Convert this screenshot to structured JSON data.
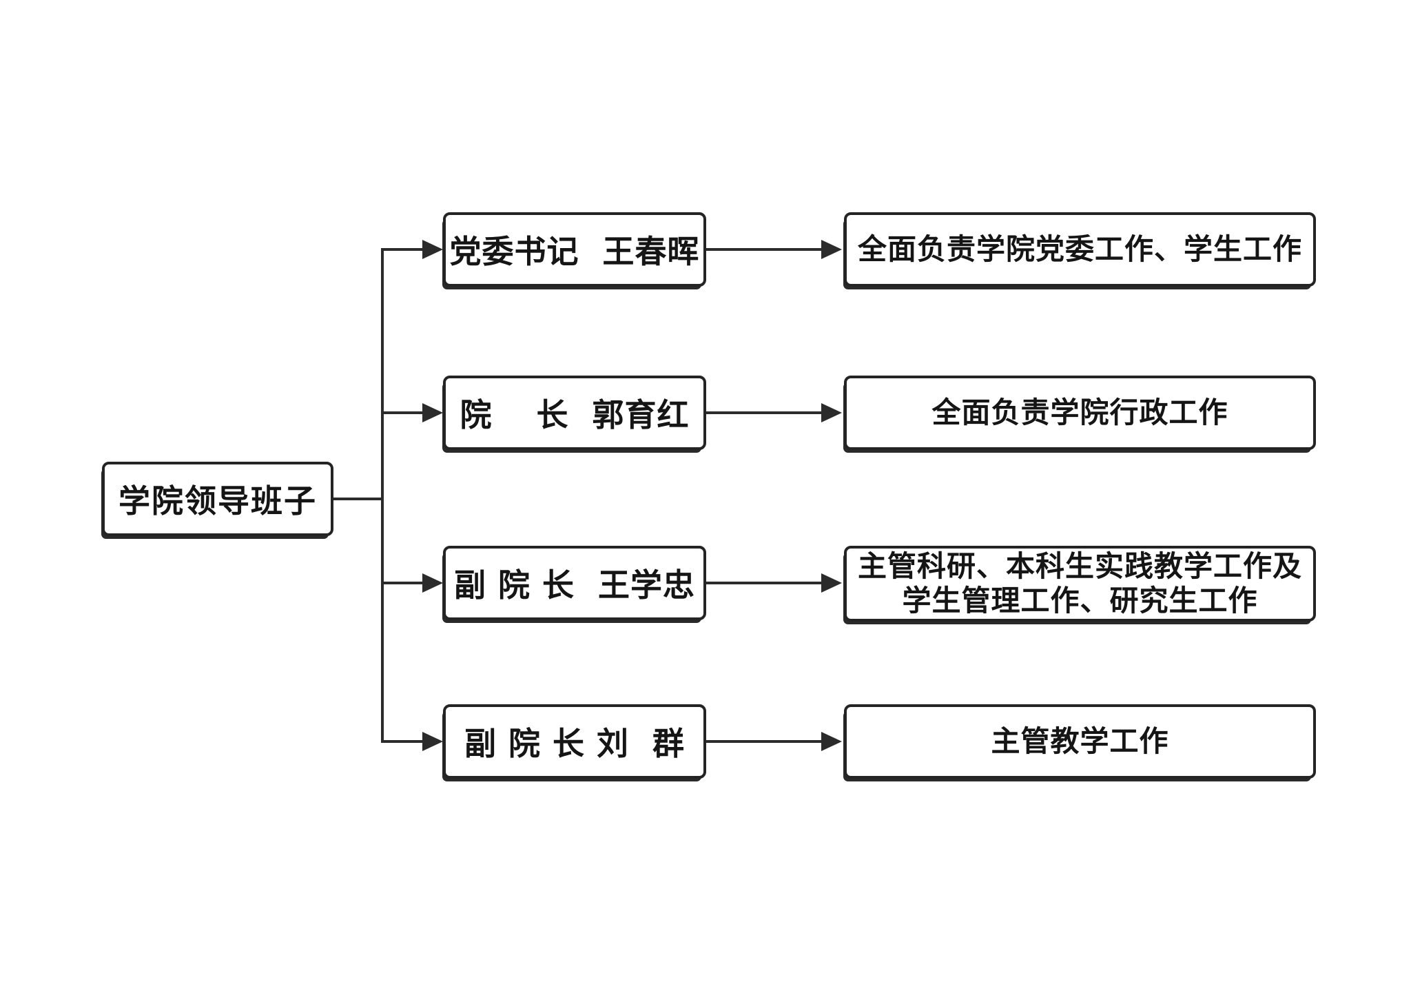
{
  "diagram": {
    "root": {
      "label": "学院领导班子"
    },
    "rows": [
      {
        "role": "党委书记  王春晖",
        "duty": "全面负责学院党委工作、学生工作"
      },
      {
        "role": "院　 长  郭育红",
        "duty": "全面负责学院行政工作"
      },
      {
        "role": "副 院 长  王学忠",
        "duty": "主管科研、本科生实践教学工作及\n学生管理工作、研究生工作"
      },
      {
        "role": "副 院 长 刘  群",
        "duty": "主管教学工作"
      }
    ],
    "colors": {
      "line": "#2b2b2b",
      "box_border": "#242424",
      "box_background": "#ffffff",
      "text": "#151515",
      "page_background": "#ffffff"
    }
  }
}
